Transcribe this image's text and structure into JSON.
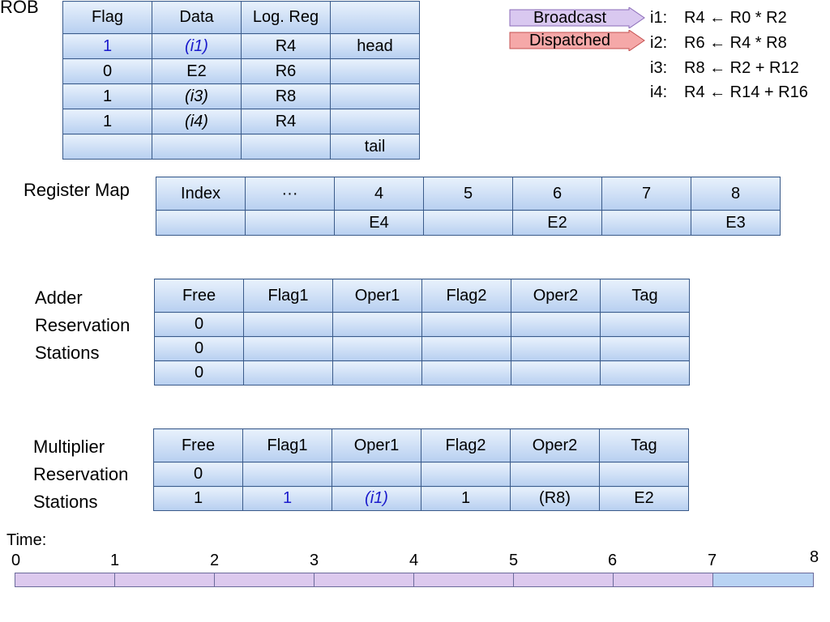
{
  "rob": {
    "label": "ROB",
    "headers": [
      "Flag",
      "Data",
      "Log. Reg",
      ""
    ],
    "rows": [
      {
        "flag": "1",
        "data": "(i1)",
        "reg": "R4",
        "note": "head"
      },
      {
        "flag": "0",
        "data": "E2",
        "reg": "R6",
        "note": ""
      },
      {
        "flag": "1",
        "data": "(i3)",
        "reg": "R8",
        "note": ""
      },
      {
        "flag": "1",
        "data": "(i4)",
        "reg": "R4",
        "note": ""
      },
      {
        "flag": "",
        "data": "",
        "reg": "",
        "note": "tail"
      }
    ]
  },
  "legend": {
    "broadcast": "Broadcast",
    "dispatched": "Dispatched",
    "broadcast_color": "#d9c8f0",
    "dispatched_color": "#f5a8a8"
  },
  "instructions": [
    {
      "id": "i1:",
      "text": "R4 ← R0 * R2"
    },
    {
      "id": "i2:",
      "text": "R6 ← R4 * R8"
    },
    {
      "id": "i3:",
      "text": "R8 ← R2 + R12"
    },
    {
      "id": "i4:",
      "text": "R4 ← R14 + R16"
    }
  ],
  "register_map": {
    "label": "Register Map",
    "index_label": "Index",
    "columns": [
      "···",
      "4",
      "5",
      "6",
      "7",
      "8"
    ],
    "values": [
      "",
      "E4",
      "",
      "E2",
      "",
      "E3"
    ]
  },
  "adder_rs": {
    "label_lines": [
      "Adder",
      "Reservation",
      "Stations"
    ],
    "headers": [
      "Free",
      "Flag1",
      "Oper1",
      "Flag2",
      "Oper2",
      "Tag"
    ],
    "rows": [
      [
        "0",
        "",
        "",
        "",
        "",
        ""
      ],
      [
        "0",
        "",
        "",
        "",
        "",
        ""
      ],
      [
        "0",
        "",
        "",
        "",
        "",
        ""
      ]
    ]
  },
  "mult_rs": {
    "label_lines": [
      "Multiplier",
      "Reservation",
      "Stations"
    ],
    "headers": [
      "Free",
      "Flag1",
      "Oper1",
      "Flag2",
      "Oper2",
      "Tag"
    ],
    "rows": [
      [
        "0",
        "",
        "",
        "",
        "",
        ""
      ],
      [
        "1",
        "1",
        "(i1)",
        "1",
        "(R8)",
        "E2"
      ]
    ]
  },
  "timeline": {
    "label": "Time:",
    "ticks": [
      "0",
      "1",
      "2",
      "3",
      "4",
      "5",
      "6",
      "7",
      "8"
    ],
    "elapsed_color": "#dcc9ee",
    "current_color": "#b9d3f3"
  }
}
